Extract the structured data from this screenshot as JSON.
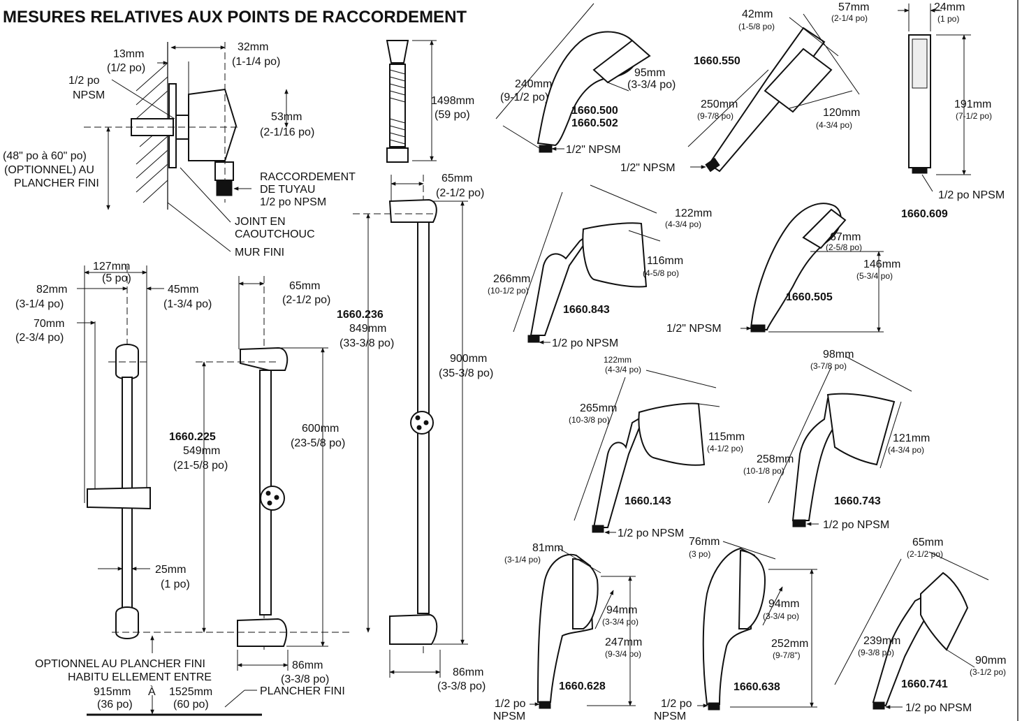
{
  "title": "MESURES RELATIVES AUX POINTS DE RACCORDEMENT",
  "connection": {
    "d13": "13mm",
    "d13po": "(1/2 po)",
    "npsm_a": "1/2 po",
    "npsm_b": "NPSM",
    "d32": "32mm",
    "d32po": "(1-1/4 po)",
    "d53": "53mm",
    "d53po": "(2-1/16 po)",
    "height1": "(48\" po à 60\" po)",
    "height2": "(OPTIONNEL) AU",
    "height3": "PLANCHER FINI",
    "hose1": "RACCORDEMENT",
    "hose2": "DE TUYAU",
    "hose3": "1/2 po NPSM",
    "joint1": "JOINT EN",
    "joint2": "CAOUTCHOUC",
    "wall": "MUR FINI"
  },
  "hose": {
    "len": "1498mm",
    "len_po": "(59 po)"
  },
  "bar225": {
    "model": "1660.225",
    "len": "549mm",
    "len_po": "(21-5/8 po)",
    "w127": "127mm",
    "w127po": "(5 po)",
    "w82": "82mm",
    "w82po": "(3-1/4 po)",
    "w45": "45mm",
    "w45po": "(1-3/4 po)",
    "w70": "70mm",
    "w70po": "(2-3/4 po)",
    "w25": "25mm",
    "w25po": "(1 po)",
    "w65": "65mm",
    "w65po": "(2-1/2 po)",
    "h600": "600mm",
    "h600po": "(23-5/8 po)",
    "w86": "86mm",
    "w86po": "(3-3/8 po)"
  },
  "bar236": {
    "model": "1660.236",
    "len": "849mm",
    "len_po": "(33-3/8 po)",
    "w65": "65mm",
    "w65po": "(2-1/2 po)",
    "h900": "900mm",
    "h900po": "(35-3/8 po)",
    "w86": "86mm",
    "w86po": "(3-3/8 po)"
  },
  "floor": {
    "opt1": "OPTIONNEL AU PLANCHER FINI",
    "opt2": "HABITU ELLEMENT ENTRE",
    "v1": "915mm",
    "v1po": "(36 po)",
    "a": "À",
    "v2": "1525mm",
    "v2po": "(60 po)",
    "fini": "PLANCHER FINI"
  },
  "h500": {
    "m1": "1660.500",
    "m2": "1660.502",
    "len": "240mm",
    "len_po": "(9-1/2 po)",
    "face": "95mm",
    "face_po": "(3-3/4 po)",
    "npsm": "1/2\" NPSM"
  },
  "h550": {
    "model": "1660.550",
    "w42": "42mm",
    "w42po": "(1-5/8 po)",
    "w57": "57mm",
    "w57po": "(2-1/4 po)",
    "len": "250mm",
    "len_po": "(9-7/8 po)",
    "w120": "120mm",
    "w120po": "(4-3/4 po)",
    "npsm": "1/2\" NPSM"
  },
  "h609": {
    "model": "1660.609",
    "w24": "24mm",
    "w24po": "(1 po)",
    "len": "191mm",
    "len_po": "(7-1/2 po)",
    "npsm": "1/2 po NPSM"
  },
  "h843": {
    "model": "1660.843",
    "w122": "122mm",
    "w122po": "(4-3/4 po)",
    "len": "266mm",
    "len_po": "(10-1/2 po)",
    "face": "116mm",
    "face_po": "(4-5/8 po)",
    "npsm": "1/2 po NPSM"
  },
  "h505": {
    "model": "1660.505",
    "w67": "67mm",
    "w67po": "(2-5/8 po)",
    "len": "146mm",
    "len_po": "(5-3/4 po)",
    "npsm": "1/2\" NPSM"
  },
  "h143": {
    "model": "1660.143",
    "w122": "122mm",
    "w122po": "(4-3/4 po)",
    "len": "265mm",
    "len_po": "(10-3/8 po)",
    "face": "115mm",
    "face_po": "(4-1/2 po)",
    "npsm": "1/2 po NPSM"
  },
  "h743": {
    "model": "1660.743",
    "w98": "98mm",
    "w98po": "(3-7/8 po)",
    "len": "258mm",
    "len_po": "(10-1/8 po)",
    "face": "121mm",
    "face_po": "(4-3/4 po)",
    "npsm": "1/2 po NPSM"
  },
  "h628": {
    "model": "1660.628",
    "w81": "81mm",
    "w81po": "(3-1/4 po)",
    "face": "94mm",
    "face_po": "(3-3/4 po)",
    "len": "247mm",
    "len_po": "(9-3/4 po)",
    "npsm1": "1/2 po",
    "npsm2": "NPSM"
  },
  "h638": {
    "model": "1660.638",
    "w76": "76mm",
    "w76po": "(3 po)",
    "face": "94mm",
    "face_po": "(3-3/4 po)",
    "len": "252mm",
    "len_po": "(9-7/8\")",
    "npsm1": "1/2 po",
    "npsm2": "NPSM"
  },
  "h741": {
    "model": "1660.741",
    "w65": "65mm",
    "w65po": "(2-1/2 po)",
    "len": "239mm",
    "len_po": "(9-3/8 po)",
    "face": "90mm",
    "face_po": "(3-1/2 po)",
    "npsm": "1/2 po NPSM"
  }
}
